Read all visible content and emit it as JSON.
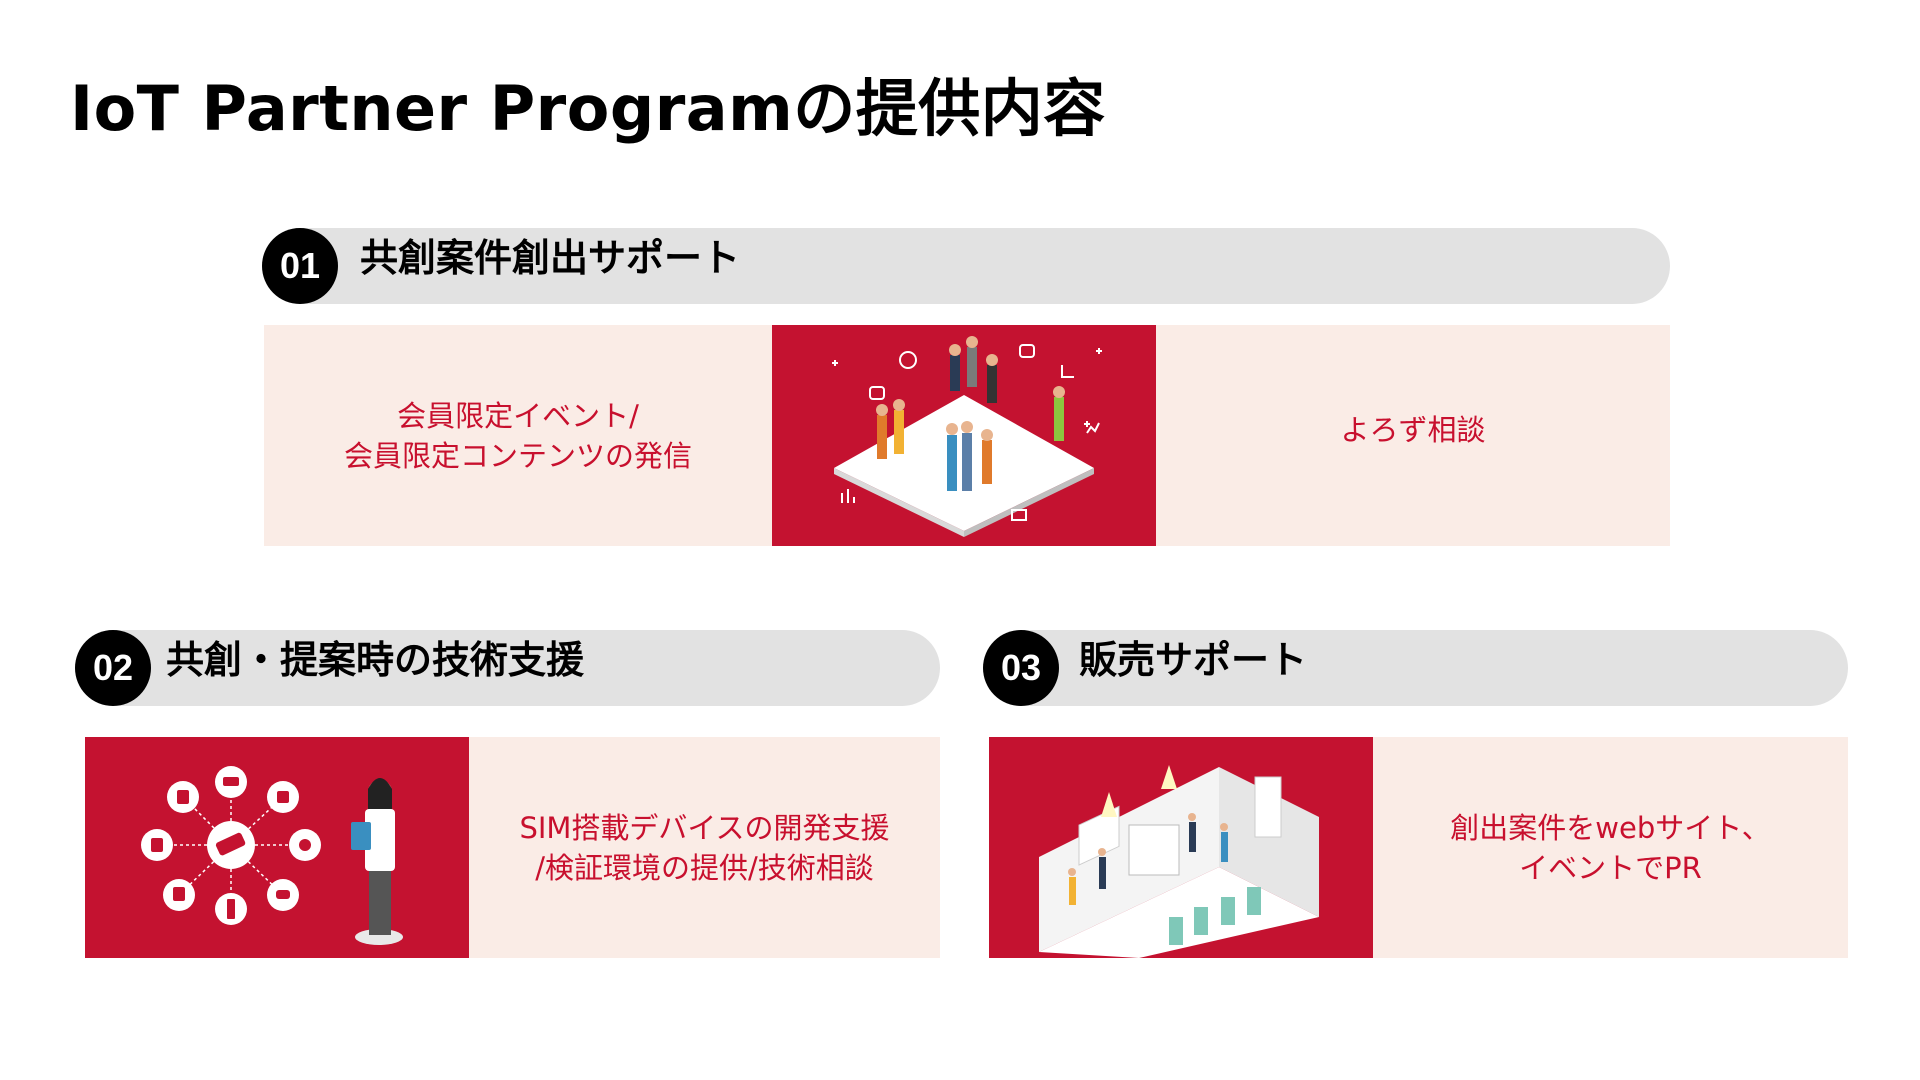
{
  "title": "IoT Partner Programの提供内容",
  "sections": [
    {
      "number": "01",
      "heading": "共創案件創出サポート",
      "left_text": "会員限定イベント/\n会員限定コンテンツの発信",
      "right_text": "よろず相談"
    },
    {
      "number": "02",
      "heading": "共創・提案時の技術支援",
      "right_text": "SIM搭載デバイスの開発支援\n/検証環境の提供/技術相談"
    },
    {
      "number": "03",
      "heading": "販売サポート",
      "right_text": "創出案件をwebサイト、\nイベントでPR"
    }
  ],
  "colors": {
    "accent_red": "#c41230",
    "text_red": "#c8102e",
    "panel_bg": "#faece6",
    "pill_bg": "#e2e2e2"
  },
  "icons": {
    "illustration_1": "people-networking-illustration",
    "illustration_2": "iot-devices-hub-illustration",
    "illustration_3": "exhibition-booth-illustration"
  }
}
